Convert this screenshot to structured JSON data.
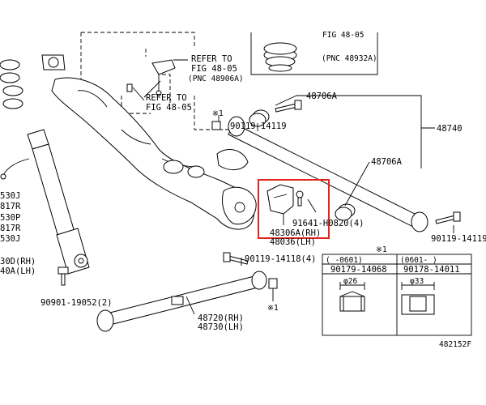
{
  "labels": {
    "refer1": "REFER TO",
    "refer1_fig": "FIG 48-05",
    "refer1_pnc": "(PNC 48906A)",
    "refer2": "REFER TO",
    "refer2_fig": "FIG 48-05",
    "inset_top_fig": "FIG 48-05",
    "inset_top_pnc": "(PNC 48932A)",
    "p48706A_top": "48706A",
    "p48740": "48740",
    "p48706A_mid": "48706A",
    "p90119_14119_top": "90119-14119",
    "p90119_14119_right": "90119-14119",
    "p91641": "91641-H0820(4)",
    "p48306A_rh": "48306A(RH)",
    "p48036_lh": "48036(LH)",
    "p90119_14118": "90119-14118(4)",
    "p90901": "90901-19052(2)",
    "p48720": "48720(RH)",
    "p48730": "48730(LH)",
    "mark1_a": "※1",
    "mark1_b": "※1",
    "mark1_c": "※1",
    "left_530j": "530J",
    "left_817r_a": "817R",
    "left_530p": "530P",
    "left_817r_b": "817R",
    "left_530j_b": "530J",
    "left_30d": "30D(RH)",
    "left_40a": "40A(LH)",
    "fig_code": "482152F"
  },
  "table": {
    "title": "※1",
    "headers": [
      "(     -0601)",
      "(0601-     )"
    ],
    "parts": [
      "90179-14068",
      "90178-14011"
    ],
    "diameters": [
      "φ26",
      "φ33"
    ]
  }
}
